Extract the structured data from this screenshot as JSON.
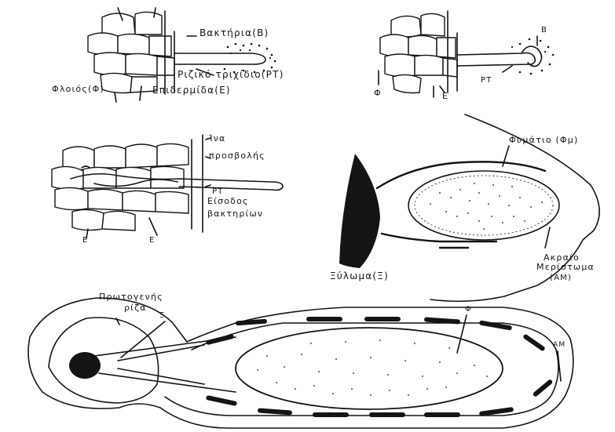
{
  "colors": {
    "ink": "#141414",
    "paper": "#ffffff"
  },
  "panel_a": {
    "bacteria": "Βακτήρια(Β)",
    "root_hair": "Ριζικό τριχίδιο(ΡΤ)",
    "cortex": "Φλοιός(Φ)",
    "epidermis": "Επιδερμίδα(Ε)"
  },
  "panel_b": {
    "b": "Β",
    "rt": "ΡΤ",
    "f": "Φ",
    "e": "Ε"
  },
  "panel_c": {
    "infection_line1": "Ίνα",
    "infection_line2": "προσβολής",
    "rt": "ΡΤ",
    "entry_line1": "Είσοδος",
    "entry_line2": "βακτηρίων",
    "e_left": "Ε",
    "e_right": "Ε"
  },
  "panel_d": {
    "phloem": "Φυμάτιο (Φμ)",
    "xylem": "Ξύλωμα(Ξ)",
    "meristem_line1": "Ακραίο",
    "meristem_line2": "Μερίστωμα",
    "meristem_line3": "(ΑΜ)"
  },
  "panel_e": {
    "primary_root_line1": "Πρωτογενής",
    "primary_root_line2": "ρίζα",
    "xi": "Ξ",
    "phi": "Φ",
    "am": "ΑΜ"
  }
}
